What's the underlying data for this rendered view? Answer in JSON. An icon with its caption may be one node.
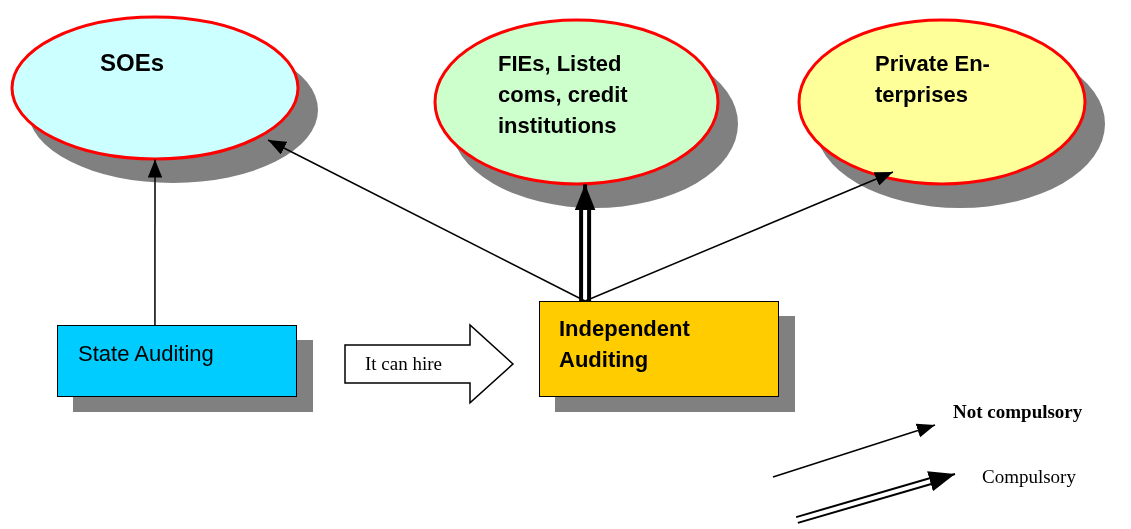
{
  "diagram": {
    "nodes": [
      {
        "text": [
          "SOEs"
        ]
      },
      {
        "text": [
          "FIEs, Listed coms, credit institutions"
        ]
      },
      {
        "text": [
          "Private En- terprises"
        ]
      },
      {
        "text": [
          "State Auditing"
        ]
      },
      {
        "text": [
          "Independent Auditing"
        ]
      }
    ],
    "edges": [
      {
        "from": 3,
        "to": 0,
        "arrow": "to"
      },
      {
        "from": 4,
        "to": 0,
        "arrow": "to"
      },
      {
        "from": 4,
        "to": 1,
        "arrow": "to",
        "style": "thick"
      },
      {
        "from": 4,
        "to": 2,
        "arrow": "to"
      },
      {
        "from": 3,
        "to": 4,
        "arrow": "to",
        "label": "It can hire"
      }
    ],
    "legend": [
      {
        "text": "Not compulsory"
      },
      {
        "text": "Compulsory"
      }
    ]
  }
}
